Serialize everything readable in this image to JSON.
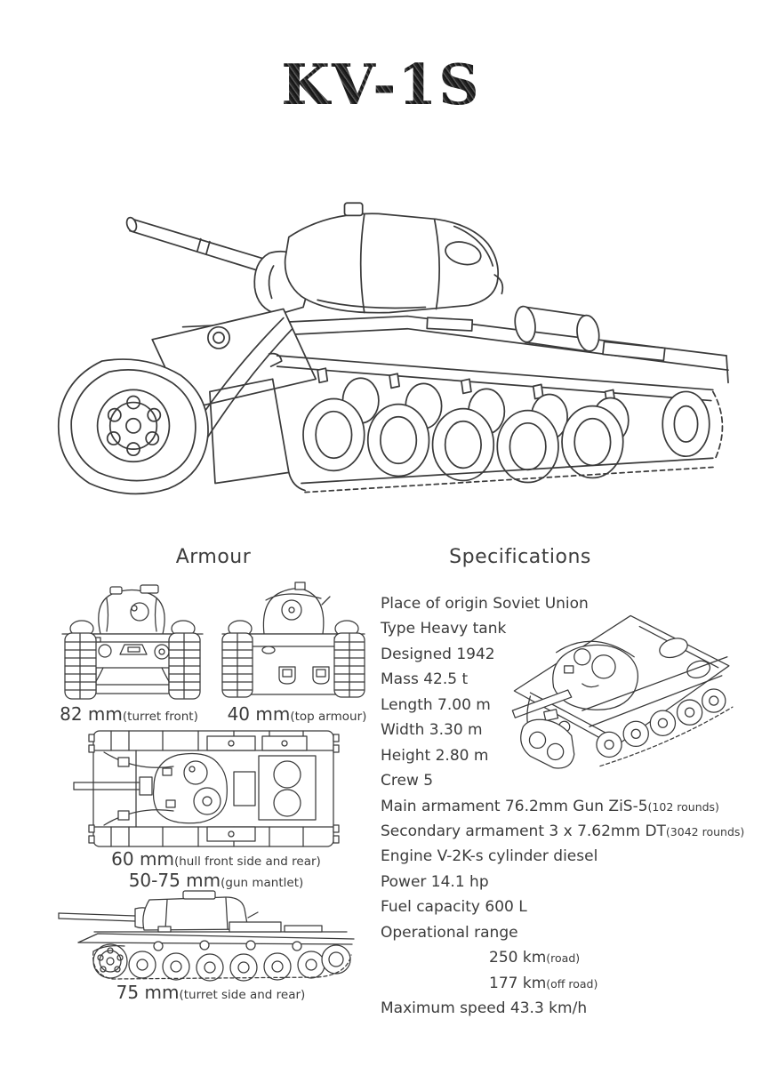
{
  "title": "KV-1S",
  "sections": {
    "armour": "Armour",
    "specifications": "Specifications"
  },
  "armour": {
    "captions": [
      {
        "value": "82 mm",
        "note": "(turret front)"
      },
      {
        "value": "40 mm",
        "note": "(top armour)"
      },
      {
        "value": "60 mm",
        "note": "(hull front side and rear)"
      },
      {
        "value": "50-75 mm",
        "note": "(gun mantlet)"
      },
      {
        "value": "75 mm",
        "note": "(turret side and rear)"
      }
    ]
  },
  "specs": {
    "items": [
      {
        "text": "Place of origin Soviet Union",
        "note": ""
      },
      {
        "text": "Type Heavy tank",
        "note": ""
      },
      {
        "text": "Designed 1942",
        "note": ""
      },
      {
        "text": "Mass 42.5 t",
        "note": ""
      },
      {
        "text": "Length 7.00 m",
        "note": ""
      },
      {
        "text": "Width 3.30 m",
        "note": ""
      },
      {
        "text": "Height 2.80 m",
        "note": ""
      },
      {
        "text": "Crew 5",
        "note": ""
      },
      {
        "text": "Main armament 76.2mm Gun ZiS-5",
        "note": "(102 rounds)"
      },
      {
        "text": "Secondary armament 3 x 7.62mm DT",
        "note": "(3042 rounds)"
      },
      {
        "text": "Engine V-2K-s cylinder diesel",
        "note": ""
      },
      {
        "text": "Power 14.1 hp",
        "note": ""
      },
      {
        "text": "Fuel capacity 600 L",
        "note": ""
      },
      {
        "text": "Operational range",
        "note": ""
      },
      {
        "text": "250 km",
        "note": "(road)"
      },
      {
        "text": "177 km",
        "note": "(off road)"
      },
      {
        "text": "Maximum speed 43.3 km/h",
        "note": ""
      }
    ]
  },
  "drawings": {
    "main": "kv1s-three-quarter-view-drawing",
    "front": "front-view-drawing",
    "rear": "rear-view-drawing",
    "top": "top-view-drawing",
    "side": "side-view-drawing",
    "thumb": "three-quarter-thumbnail-drawing"
  },
  "colors": {
    "ink": "#3a3a3a",
    "paper": "#ffffff"
  }
}
